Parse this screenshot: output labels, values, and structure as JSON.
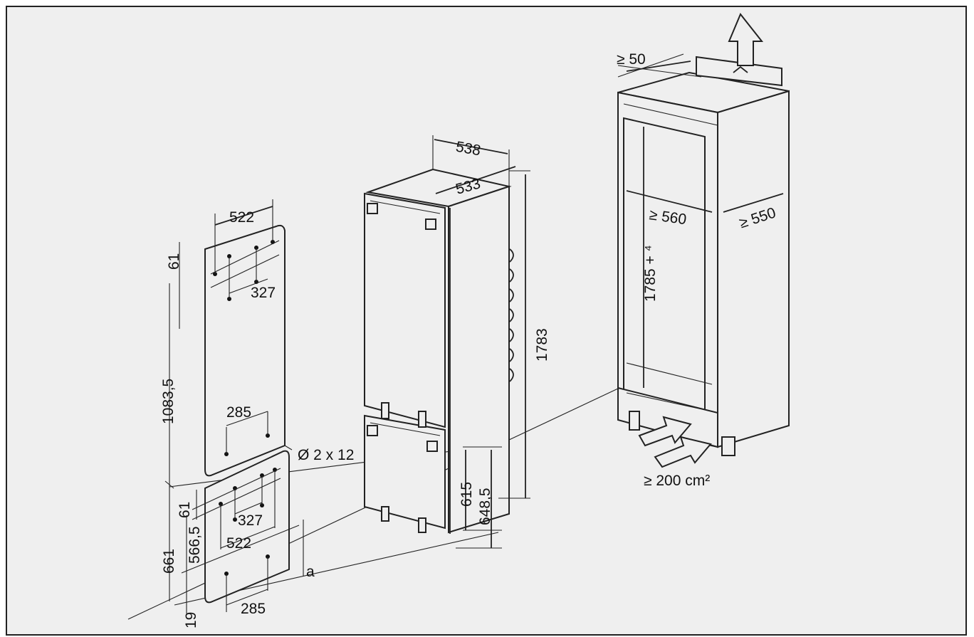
{
  "colors": {
    "background": "#efefef",
    "line": "#222222",
    "frame": "#222222"
  },
  "icons": {
    "airflow_out": "exhaust-arrow-icon",
    "airflow_in": "intake-arrow-icon"
  },
  "dimensions": {
    "top_panel_width": "522",
    "top_panel_offset": "61",
    "top_panel_spacing": "327",
    "top_panel_height": "1083,5",
    "top_panel_bottom_spacing": "285",
    "screw_spec": "Ø 2 x 12",
    "bottom_panel_offset": "61",
    "bottom_panel_spacing": "327",
    "bottom_panel_width": "522",
    "bottom_panel_height_outer": "661",
    "bottom_panel_height_inner": "566,5",
    "bottom_panel_bottom_spacing": "285",
    "bottom_gap": "19",
    "gap_label": "a",
    "appliance_depth": "538",
    "appliance_depth_inner": "533",
    "appliance_height": "1783",
    "lower_door_height": "615",
    "lower_section_height": "648,5",
    "niche_top_gap": "≥ 50",
    "niche_width": "≥ 560",
    "niche_depth": "≥ 550",
    "niche_height": "1785 + ⁴",
    "vent_area": "≥ 200 cm²"
  }
}
